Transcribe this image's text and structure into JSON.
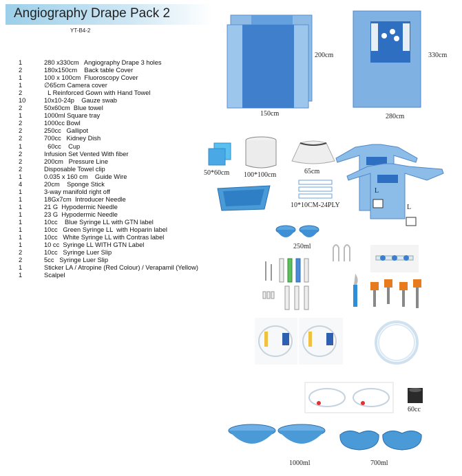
{
  "header": {
    "title": "Angiography Drape Pack 2",
    "code": "YT-B4-2"
  },
  "items": [
    {
      "qty": "1",
      "desc": "280 x330cm   Angiography Drape 3 holes"
    },
    {
      "qty": "2",
      "desc": "180x150cm    Back table Cover"
    },
    {
      "qty": "1",
      "desc": "100 x 100cm  Fluoroscopy Cover"
    },
    {
      "qty": "1",
      "desc": "∅65cm Camera cover"
    },
    {
      "qty": "2",
      "desc": "  L Reinforced Gown with Hand Towel"
    },
    {
      "qty": "10",
      "desc": "10x10-24p    Gauze swab"
    },
    {
      "qty": "2",
      "desc": "50x60cm  Blue towel"
    },
    {
      "qty": "1",
      "desc": "1000ml Square tray"
    },
    {
      "qty": "2",
      "desc": "1000cc Bowl"
    },
    {
      "qty": "2",
      "desc": "250cc   Gallipot"
    },
    {
      "qty": "2",
      "desc": "700cc   Kidney Dish"
    },
    {
      "qty": "1",
      "desc": "  60cc    Cup"
    },
    {
      "qty": "2",
      "desc": "Infusion Set Vented With fiber"
    },
    {
      "qty": "2",
      "desc": "200cm   Pressure Line"
    },
    {
      "qty": "2",
      "desc": "Disposable Towel clip"
    },
    {
      "qty": "1",
      "desc": "0.035 x 160 cm    Guide Wire"
    },
    {
      "qty": "4",
      "desc": "20cm    Sponge Stick"
    },
    {
      "qty": "1",
      "desc": "3-way manifold right off"
    },
    {
      "qty": "1",
      "desc": "18Gx7cm  Introducer Needle"
    },
    {
      "qty": "1",
      "desc": "21 G  Hypodermic Needle"
    },
    {
      "qty": "1",
      "desc": "23 G  Hypodermic Needle"
    },
    {
      "qty": "1",
      "desc": "10cc    Blue Syringe LL with GTN label"
    },
    {
      "qty": "1",
      "desc": "10cc   Green Syringe LL  with Hoparin label"
    },
    {
      "qty": "1",
      "desc": "10cc   White Syringe LL with Contras label"
    },
    {
      "qty": "1",
      "desc": "10 cc  Syringe LL WITH GTN Label"
    },
    {
      "qty": "2",
      "desc": "10cc   Syringe Luer Slip"
    },
    {
      "qty": "2",
      "desc": "5cc   Syringe Luer Slip"
    },
    {
      "qty": "1",
      "desc": "Sticker LA / Atropine (Red Colour) / Verapamil (Yellow)"
    },
    {
      "qty": "1",
      "desc": "Scalpel"
    }
  ],
  "labels": {
    "back_table_height": "200cm",
    "back_table_width": "150cm",
    "drape_height": "330cm",
    "drape_width": "280cm",
    "towel": "50*60cm",
    "fluoro_cover": "100*100cm",
    "camera_cover": "65cm",
    "gauze": "10*10CM-24PLY",
    "gown_size_1": "L",
    "gown_size_2": "L",
    "gallipot": "250ml",
    "cup": "60cc",
    "bowl": "1000ml",
    "kidney_dish": "700ml"
  },
  "colors": {
    "drape_light": "#7fb2e3",
    "drape_dark": "#3f7fcc",
    "blue_product": "#4a9ad8",
    "title_gradient": "#9ccfe9",
    "sticker_orange": "#e87b1e"
  }
}
